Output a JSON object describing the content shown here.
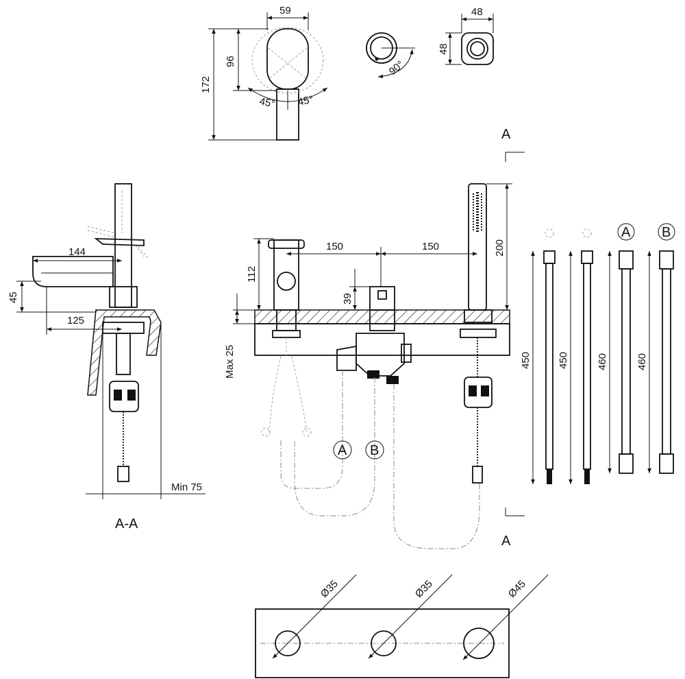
{
  "top_views": {
    "handle_width": "59",
    "handle_height": "96",
    "total_height": "172",
    "angle_left": "45°",
    "angle_right": "45°",
    "knob_angle": "90°",
    "cap_width": "48",
    "cap_height": "48"
  },
  "section_label": "A-A",
  "side_view": {
    "reach": "144",
    "spout_height": "45",
    "offset": "125",
    "min_thickness": "Min 75"
  },
  "front_view": {
    "spacing_left": "150",
    "spacing_right": "150",
    "spout_height": "112",
    "diverter_height": "39",
    "shower_height": "200",
    "max_thickness": "Max 25",
    "port_a": "A",
    "port_b": "B",
    "cut_top": "A",
    "cut_bottom": "A"
  },
  "hoses": [
    {
      "label": "",
      "length": "450"
    },
    {
      "label": "",
      "length": "450"
    },
    {
      "label": "A",
      "length": "460"
    },
    {
      "label": "B",
      "length": "460"
    }
  ],
  "plate": {
    "hole_1": "Ø35",
    "hole_2": "Ø35",
    "hole_3": "Ø45"
  }
}
